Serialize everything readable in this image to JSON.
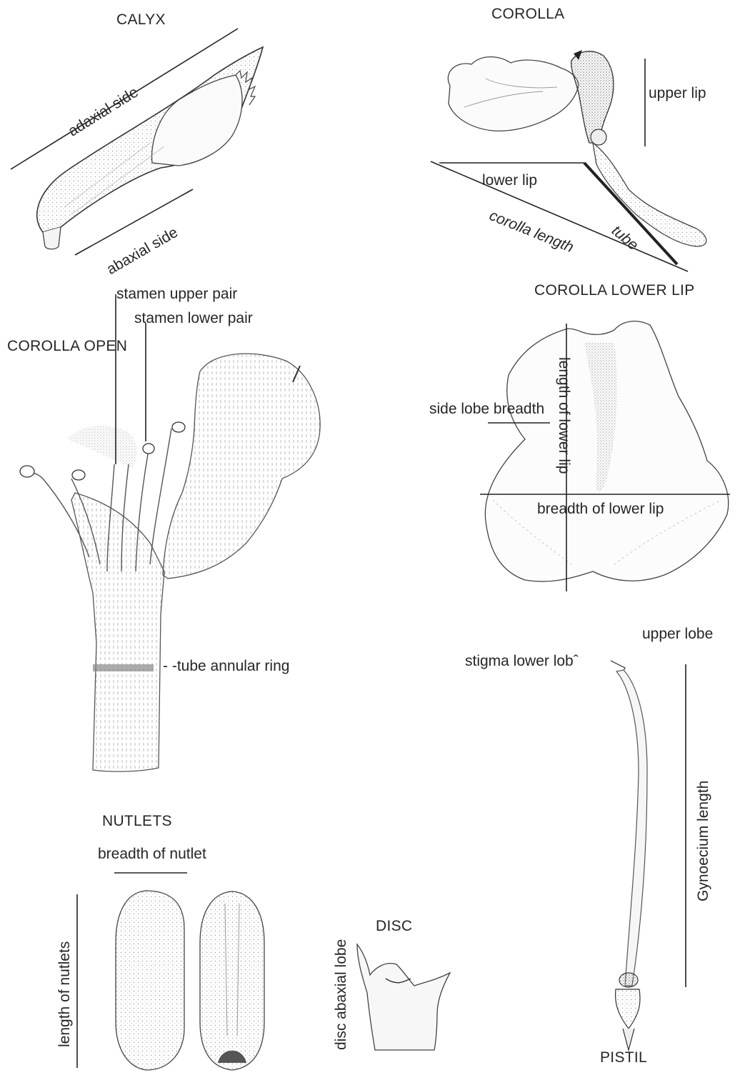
{
  "sections": {
    "calyx": "CALYX",
    "corolla": "COROLLA",
    "corolla_open": "COROLLA OPEN",
    "corolla_lower_lip": "COROLLA LOWER LIP",
    "nutlets": "NUTLETS",
    "disc": "DISC",
    "pistil": "PISTIL"
  },
  "labels": {
    "adaxial_side": "adaxial side",
    "abaxial_side": "abaxial side",
    "upper_lip": "upper lip",
    "lower_lip": "lower lip",
    "corolla_length": "corolla length",
    "tube": "tube",
    "stamen_upper_pair": "stamen upper pair",
    "stamen_lower_pair": "stamen lower pair",
    "side_lobe_breadth": "side lobe breadth",
    "length_of_lower_lip": "length of lower lip",
    "breadth_of_lower_lip": "breadth of lower lip",
    "tube_annular_ring": "- -tube annular ring",
    "upper_lobe": "upper lobe",
    "stigma_lower_lobe": "stigma lower lobˆ",
    "gynoecium_length": "Gynoecium length",
    "breadth_of_nutlet": "breadth of nutlet",
    "length_of_nutlets": "length of nutlets",
    "disc_abaxial_lobe": "disc abaxial lobe"
  },
  "colors": {
    "ink": "#262626",
    "stipple": "#8a8a8a",
    "paper": "#ffffff"
  }
}
